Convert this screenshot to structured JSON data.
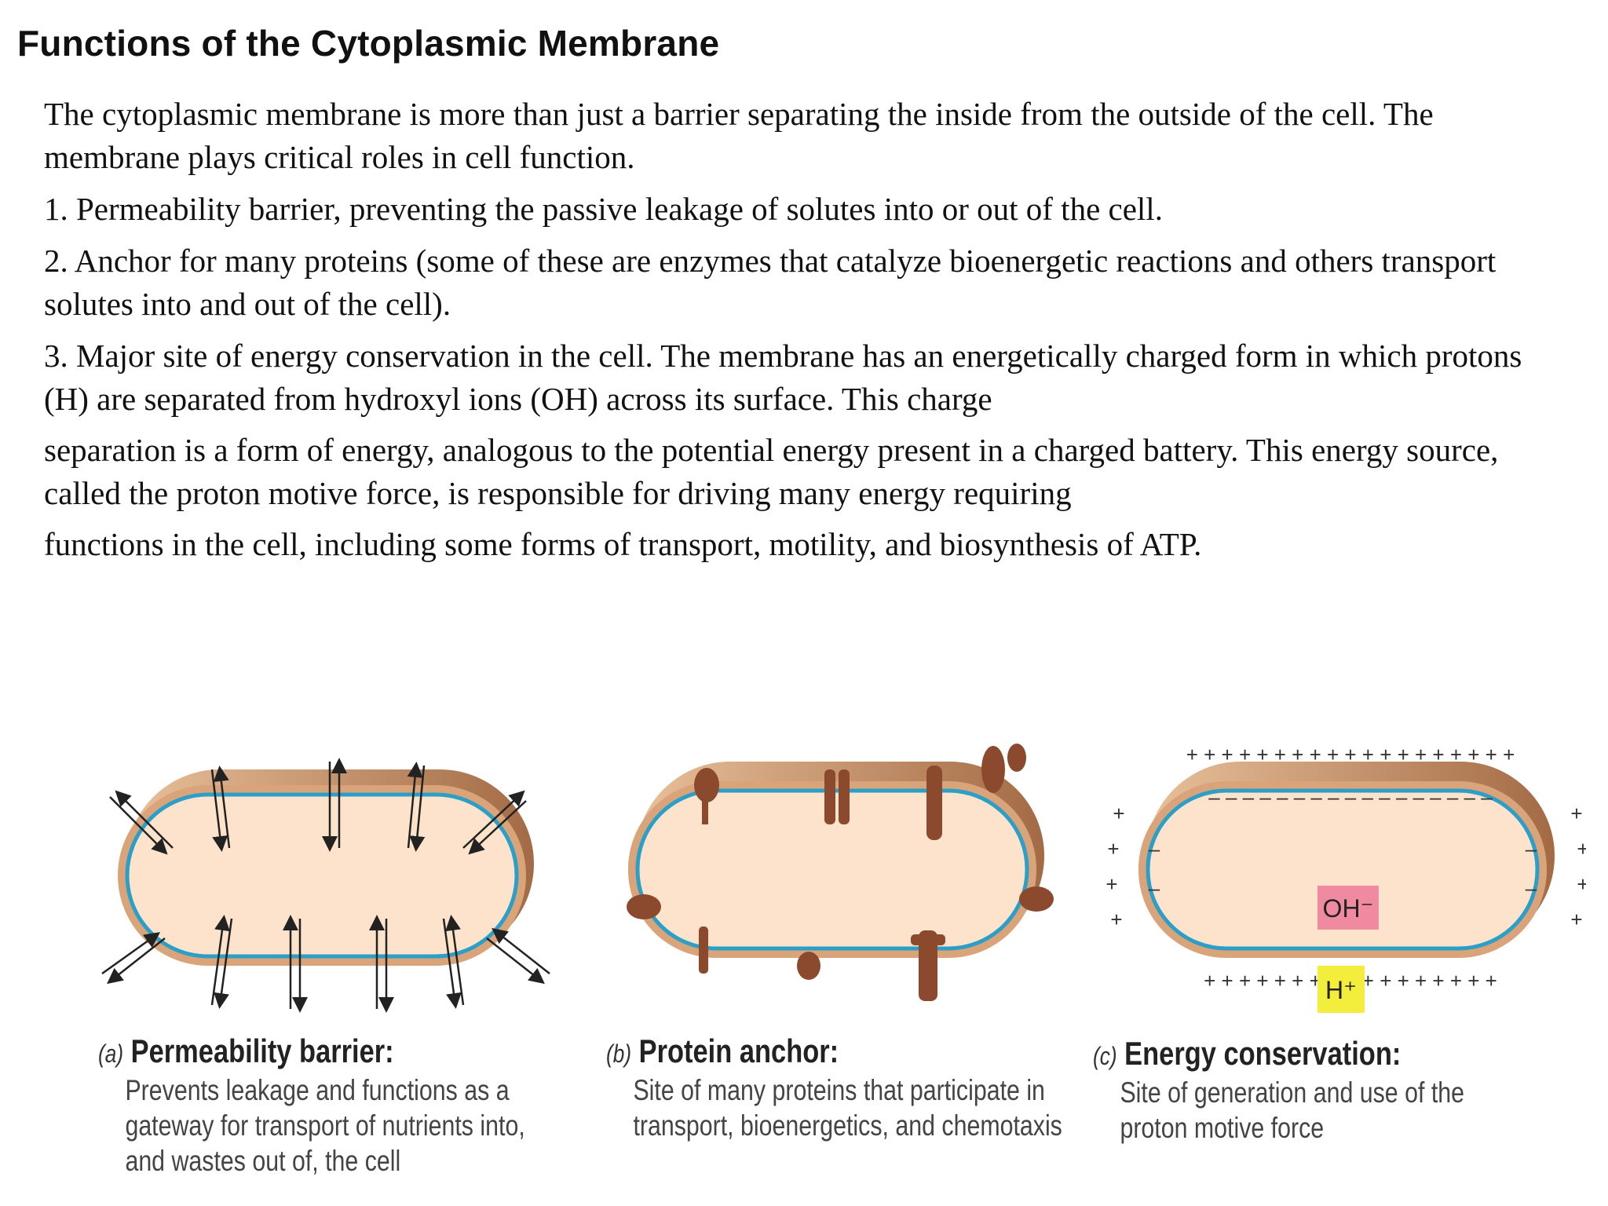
{
  "page": {
    "title": "Functions of the Cytoplasmic Membrane"
  },
  "body": {
    "intro": "The cytoplasmic membrane is more than just a barrier separating the inside from the outside of the cell. The membrane plays critical roles in cell function.",
    "point1": "1. Permeability barrier, preventing the passive leakage of solutes into or out of the cell.",
    "point2": "2. Anchor for many proteins (some of these are enzymes that catalyze bioenergetic reactions and others transport solutes into and out of the cell).",
    "point3a": "3. Major site of energy conservation in the cell. The membrane has an energetically charged form in which protons (H) are separated from hydroxyl ions (OH) across its surface. This charge",
    "point3b": "separation is a form of energy, analogous to the potential energy present in a charged battery. This energy source, called the proton motive force, is responsible for driving many energy requiring",
    "point3c": "functions in the cell, including some forms of transport, motility, and biosynthesis of ATP."
  },
  "figure": {
    "panels": [
      {
        "letter": "(a)",
        "title": "Permeability barrier:",
        "desc": [
          "Prevents leakage and functions as a",
          "gateway for transport of nutrients into,",
          "and wastes out of, the cell"
        ]
      },
      {
        "letter": "(b)",
        "title": "Protein anchor:",
        "desc": [
          "Site of many proteins that participate in",
          "transport, bioenergetics, and chemotaxis"
        ]
      },
      {
        "letter": "(c)",
        "title": "Energy conservation:",
        "desc": [
          "Site of generation and use of the",
          "proton motive force"
        ]
      }
    ],
    "labels": {
      "oh": "OH⁻",
      "h": "H⁺"
    }
  },
  "colors": {
    "cytoplasm": "#fde3cb",
    "membrane_outer": "#d9a47a",
    "membrane_line": "#2b9fc7",
    "protein": "#8b4a2e",
    "oh_box": "#f08aa0",
    "h_box": "#f3ee3c"
  }
}
